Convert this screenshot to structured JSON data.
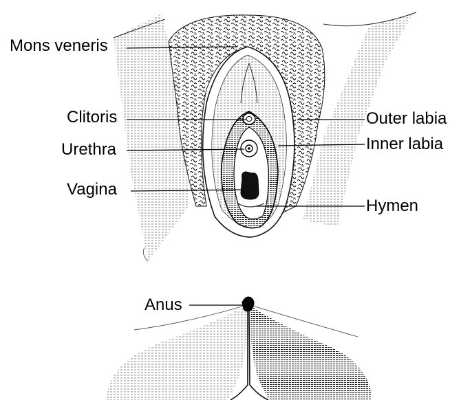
{
  "labels": {
    "mons": "Mons veneris",
    "clitoris": "Clitoris",
    "urethra": "Urethra",
    "vagina": "Vagina",
    "outer_labia": "Outer labia",
    "inner_labia": "Inner labia",
    "hymen": "Hymen",
    "anus": "Anus"
  },
  "colors": {
    "ink": "#000000",
    "background": "#ffffff",
    "hatch": "#555555"
  }
}
